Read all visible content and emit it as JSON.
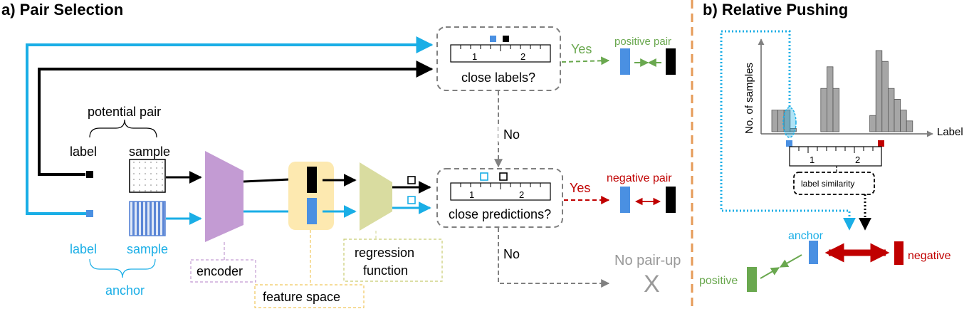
{
  "panel_a": {
    "title": "a) Pair Selection",
    "potential_pair": "potential pair",
    "label": "label",
    "sample": "sample",
    "anchor_label": "label",
    "anchor_sample": "sample",
    "anchor": "anchor",
    "encoder": "encoder",
    "feature_space": "feature space",
    "regression_line1": "regression",
    "regression_line2": "function",
    "close_labels": "close labels?",
    "close_predictions": "close predictions?",
    "yes_top": "Yes",
    "yes_bottom": "Yes",
    "no_top": "No",
    "no_bottom": "No",
    "positive_pair": "positive pair",
    "negative_pair": "negative pair",
    "no_pair_up": "No pair-up",
    "no_pair_mark": "X",
    "ruler_tick_1": "1",
    "ruler_tick_2": "2",
    "ruler2_tick_1": "1",
    "ruler2_tick_2": "2"
  },
  "panel_b": {
    "title": "b) Relative Pushing",
    "ylabel": "No. of samples",
    "xlabel": "Label",
    "ruler_tick_1": "1",
    "ruler_tick_2": "2",
    "label_similarity": "label similarity",
    "anchor": "anchor",
    "negative": "negative",
    "positive": "positive"
  },
  "colors": {
    "anchor_blue": "#1aaee6",
    "bar_blue": "#4a90e2",
    "black": "#000000",
    "positive_green": "#6aa84f",
    "negative_red": "#c00000",
    "encoder_purple": "#c39bd3",
    "regression_green": "#d9dca0",
    "feature_yellow": "#fde9b0",
    "divider_orange": "#e69b58",
    "dashed_gray": "#808080"
  },
  "chart_data": {
    "type": "bar",
    "xlabel": "Label",
    "ylabel": "No. of samples",
    "values": [
      2,
      2,
      2,
      0.3,
      0,
      0,
      0,
      0,
      4,
      6,
      4,
      0,
      0,
      0,
      0,
      0,
      1.5,
      7.5,
      6.5,
      4,
      3,
      2,
      1
    ]
  }
}
